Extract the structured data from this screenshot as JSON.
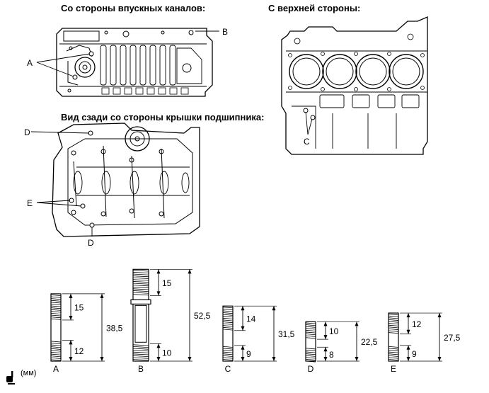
{
  "headings": {
    "intake_side": "Со стороны впускных каналов:",
    "top_side": "С верхней стороны:",
    "rear_view": "Вид сзади со стороны крышки подшипника:"
  },
  "callouts": {
    "a": "A",
    "b": "B",
    "c": "C",
    "d_top": "D",
    "d_bottom": "D",
    "e": "E"
  },
  "units": "(мм)",
  "bolts": [
    {
      "id": "A",
      "total": "38,5",
      "upper": "15",
      "lower": "12",
      "total_mm": 38.5,
      "upper_mm": 15,
      "lower_mm": 12,
      "head": "stud"
    },
    {
      "id": "B",
      "total": "52,5",
      "upper": "15",
      "lower": "10",
      "total_mm": 52.5,
      "upper_mm": 15,
      "lower_mm": 10,
      "head": "stud-collar"
    },
    {
      "id": "C",
      "total": "31,5",
      "upper": "14",
      "lower": "9",
      "total_mm": 31.5,
      "upper_mm": 14,
      "lower_mm": 9,
      "head": "stud"
    },
    {
      "id": "D",
      "total": "22,5",
      "upper": "10",
      "lower": "8",
      "total_mm": 22.5,
      "upper_mm": 10,
      "lower_mm": 8,
      "head": "stud"
    },
    {
      "id": "E",
      "total": "27,5",
      "upper": "12",
      "lower": "9",
      "total_mm": 27.5,
      "upper_mm": 12,
      "lower_mm": 9,
      "head": "stud"
    }
  ]
}
